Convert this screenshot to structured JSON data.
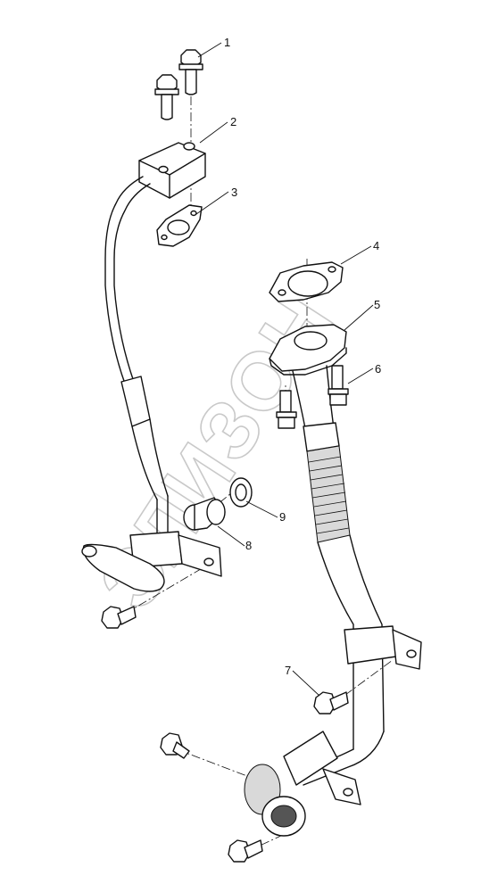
{
  "watermark": "ЭЛИЗОН",
  "callouts": [
    "1",
    "2",
    "3",
    "4",
    "5",
    "6",
    "7",
    "8",
    "9"
  ]
}
